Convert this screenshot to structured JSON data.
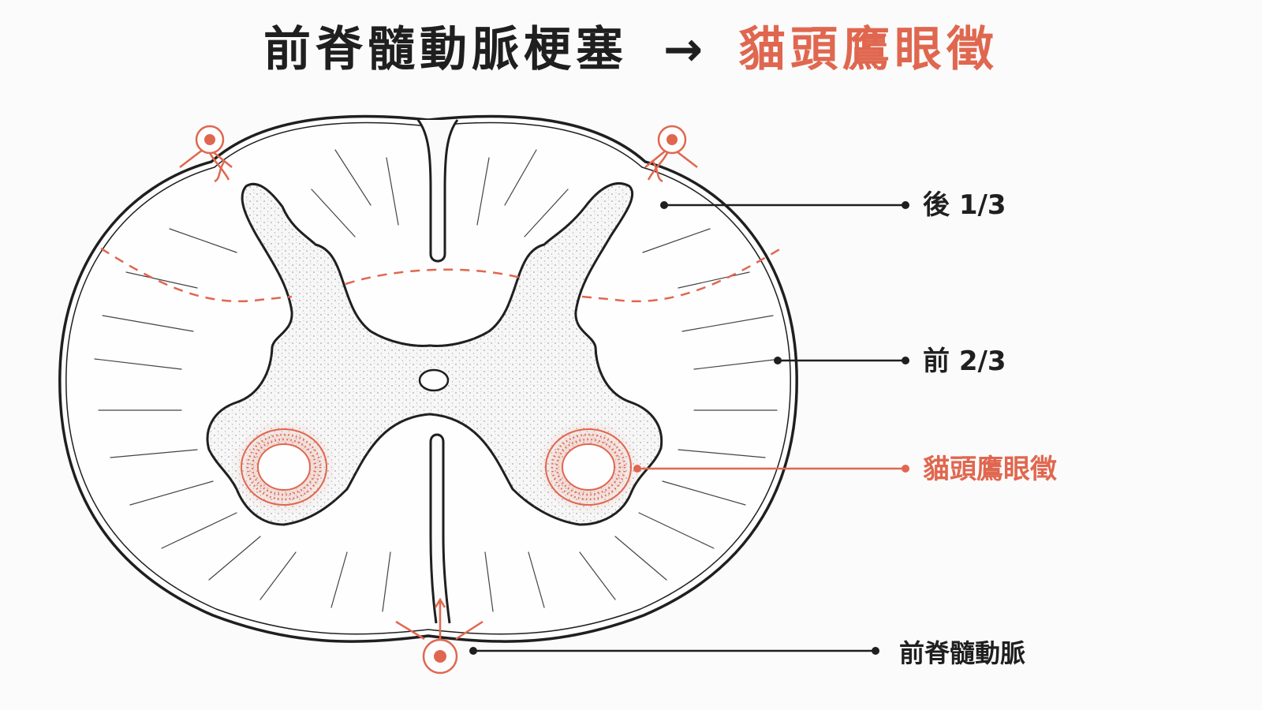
{
  "title": {
    "main": "前脊髓動脈梗塞",
    "arrow": "→",
    "result": "貓頭鷹眼徵"
  },
  "labels": {
    "posterior_third": "後 1/3",
    "anterior_two_thirds": "前 2/3",
    "owl_eye_sign": "貓頭鷹眼徵",
    "anterior_spinal_artery": "前脊髓動脈"
  },
  "colors": {
    "accent": "#e0674f",
    "ink": "#1f1f1f",
    "background": "#fbfbfb"
  }
}
